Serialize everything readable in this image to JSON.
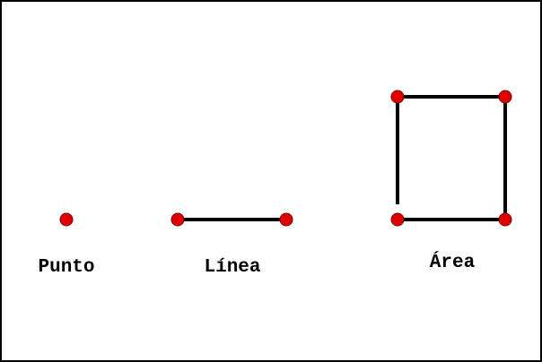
{
  "labels": {
    "point": "Punto",
    "line": "Línea",
    "area": "Área"
  },
  "colors": {
    "vertex": "#e00000",
    "edge": "#000000",
    "background": "#ffffff"
  }
}
